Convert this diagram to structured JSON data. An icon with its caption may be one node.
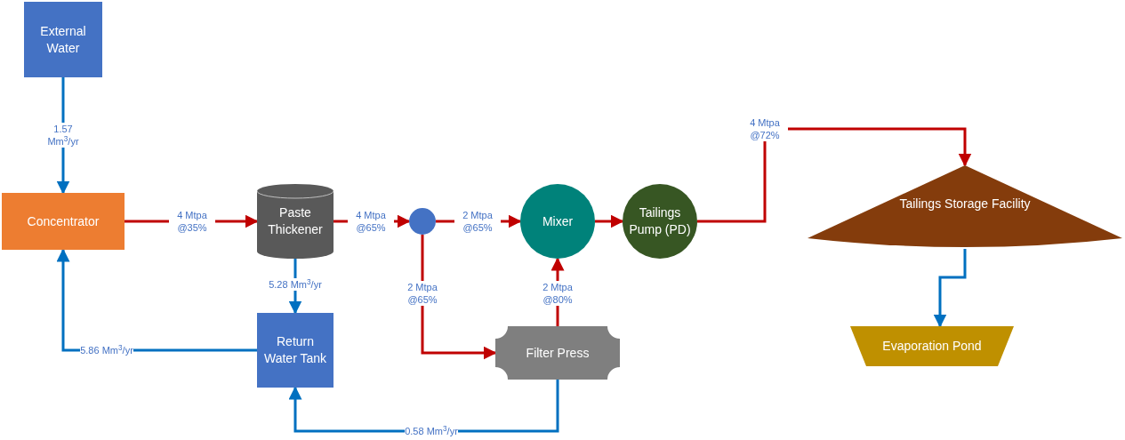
{
  "diagram": {
    "nodes": [
      {
        "text": [
          "External Water"
        ]
      },
      {
        "text": [
          "Concentrator"
        ]
      },
      {
        "text": [
          "Paste Thickener"
        ]
      },
      {
        "text": [],
        "shape": "circle"
      },
      {
        "text": [
          "Mixer"
        ]
      },
      {
        "text": [
          "Tailings Pump (PD)"
        ]
      },
      {
        "text": [
          "Return Water Tank"
        ]
      },
      {
        "text": [
          "Filter Press"
        ]
      },
      {
        "text": [
          "Tailings Storage Facility"
        ]
      },
      {
        "text": [
          "Evaporation Pond"
        ]
      }
    ],
    "edges": [
      {
        "from": 0,
        "to": 1,
        "arrow": "to",
        "label": "1.57 Mm$^{3}$/yr",
        "color": "#0070c0"
      },
      {
        "from": 1,
        "to": 2,
        "arrow": "to",
        "label": "4 Mtpa @35%"
      },
      {
        "from": 2,
        "to": 3,
        "arrow": "to",
        "label": "4 Mtpa @65%"
      },
      {
        "from": 3,
        "to": 4,
        "arrow": "to",
        "label": "2 Mtpa @65%"
      },
      {
        "from": 3,
        "to": 7,
        "arrow": "to",
        "label": "2 Mtpa @65%"
      },
      {
        "from": 7,
        "to": 4,
        "arrow": "to",
        "label": "2 Mtpa @80%"
      },
      {
        "from": 4,
        "to": 5,
        "arrow": "to"
      },
      {
        "from": 5,
        "to": 8,
        "arrow": "to",
        "label": "4 Mtpa @72%"
      },
      {
        "from": 2,
        "to": 6,
        "arrow": "to",
        "label": "5.28 Mm$^{3}$/yr",
        "color": "#0070c0"
      },
      {
        "from": 6,
        "to": 1,
        "arrow": "to",
        "label": "5.86 Mm$^{3}$/yr",
        "color": "#0070c0"
      },
      {
        "from": 7,
        "to": 6,
        "arrow": "to",
        "label": "0.58 Mm$^{3}$/yr",
        "color": "#0070c0"
      },
      {
        "from": 8,
        "to": 9,
        "arrow": "to",
        "color": "#0070c0"
      }
    ]
  }
}
